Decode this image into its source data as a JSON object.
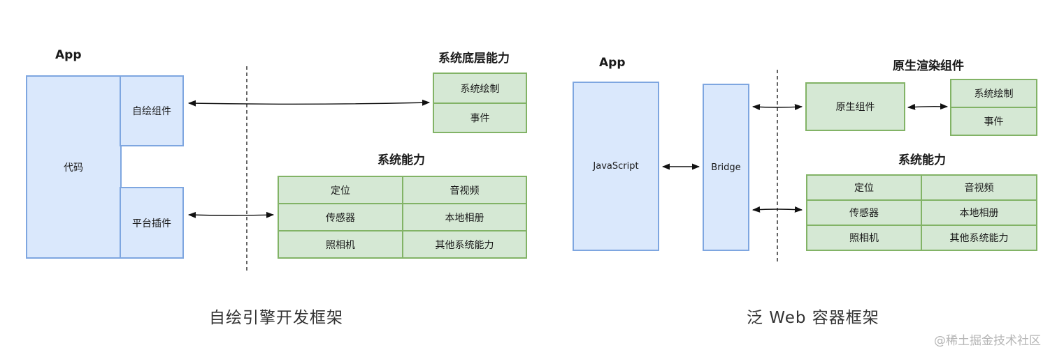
{
  "left": {
    "app_label": "App",
    "code_label": "代码",
    "self_draw_label": "自绘组件",
    "platform_plugin_label": "平台插件",
    "system_low_title": "系统底层能力",
    "system_low_cells": [
      "系统绘制",
      "事件"
    ],
    "system_ability_title": "系统能力",
    "system_ability_cells": [
      "定位",
      "音视频",
      "传感器",
      "本地相册",
      "照相机",
      "其他系统能力"
    ],
    "caption": "自绘引擎开发框架"
  },
  "right": {
    "app_label": "App",
    "js_label": "JavaScript",
    "bridge_label": "Bridge",
    "native_title": "原生渲染组件",
    "native_component_label": "原生组件",
    "native_cells": [
      "系统绘制",
      "事件"
    ],
    "system_ability_title": "系统能力",
    "system_ability_cells": [
      "定位",
      "音视频",
      "传感器",
      "本地相册",
      "照相机",
      "其他系统能力"
    ],
    "caption": "泛 Web 容器框架"
  },
  "watermark": "@稀土掘金技术社区",
  "colors": {
    "blue_fill": "#dae8fc",
    "blue_stroke": "#7ea6e0",
    "green_fill": "#d5e8d4",
    "green_stroke": "#82b366"
  }
}
